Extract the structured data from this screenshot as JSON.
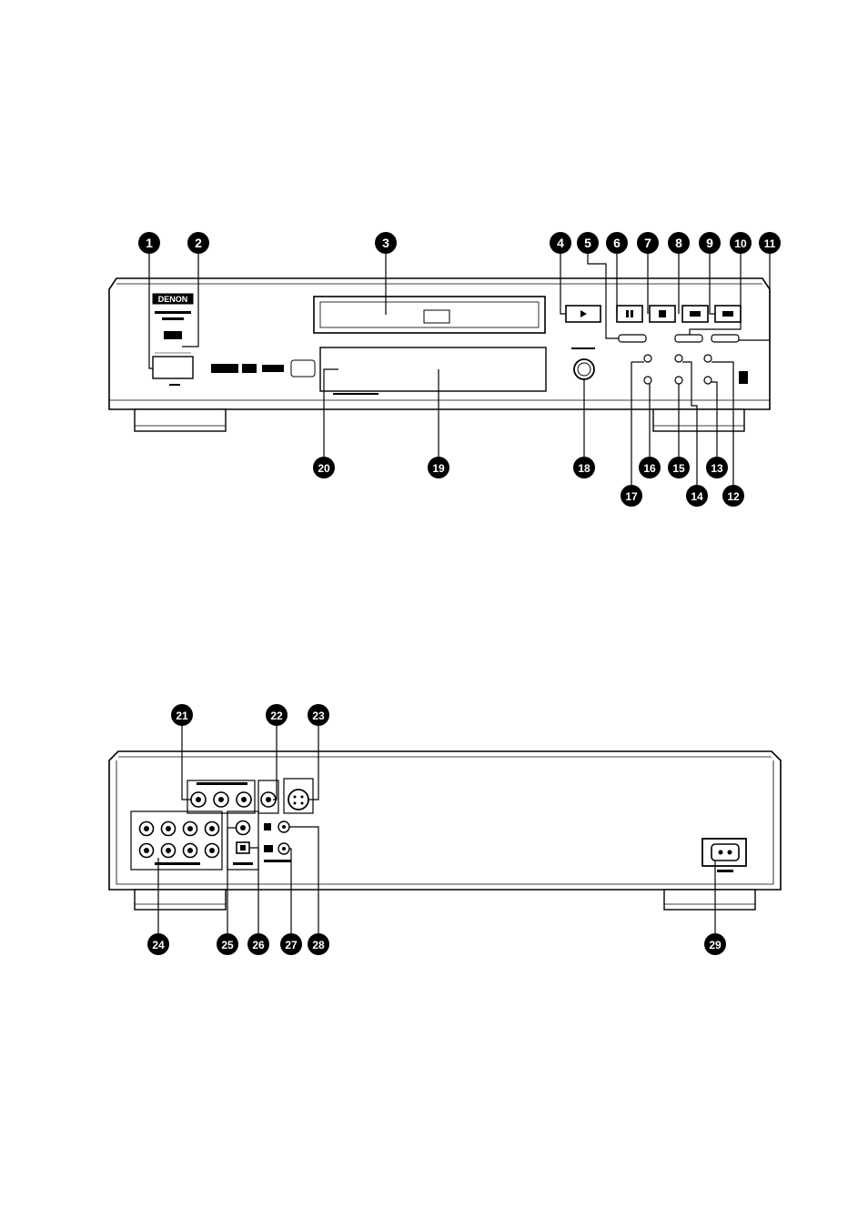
{
  "front_panel": {
    "brand": "DENON",
    "callouts": [
      {
        "n": "1"
      },
      {
        "n": "2"
      },
      {
        "n": "3"
      },
      {
        "n": "4"
      },
      {
        "n": "5"
      },
      {
        "n": "6"
      },
      {
        "n": "7"
      },
      {
        "n": "8"
      },
      {
        "n": "9"
      },
      {
        "n": "10"
      },
      {
        "n": "11"
      },
      {
        "n": "12"
      },
      {
        "n": "13"
      },
      {
        "n": "14"
      },
      {
        "n": "15"
      },
      {
        "n": "16"
      },
      {
        "n": "17"
      },
      {
        "n": "18"
      },
      {
        "n": "19"
      },
      {
        "n": "20"
      }
    ]
  },
  "rear_panel": {
    "callouts": [
      {
        "n": "21"
      },
      {
        "n": "22"
      },
      {
        "n": "23"
      },
      {
        "n": "24"
      },
      {
        "n": "25"
      },
      {
        "n": "26"
      },
      {
        "n": "27"
      },
      {
        "n": "28"
      },
      {
        "n": "29"
      }
    ]
  }
}
